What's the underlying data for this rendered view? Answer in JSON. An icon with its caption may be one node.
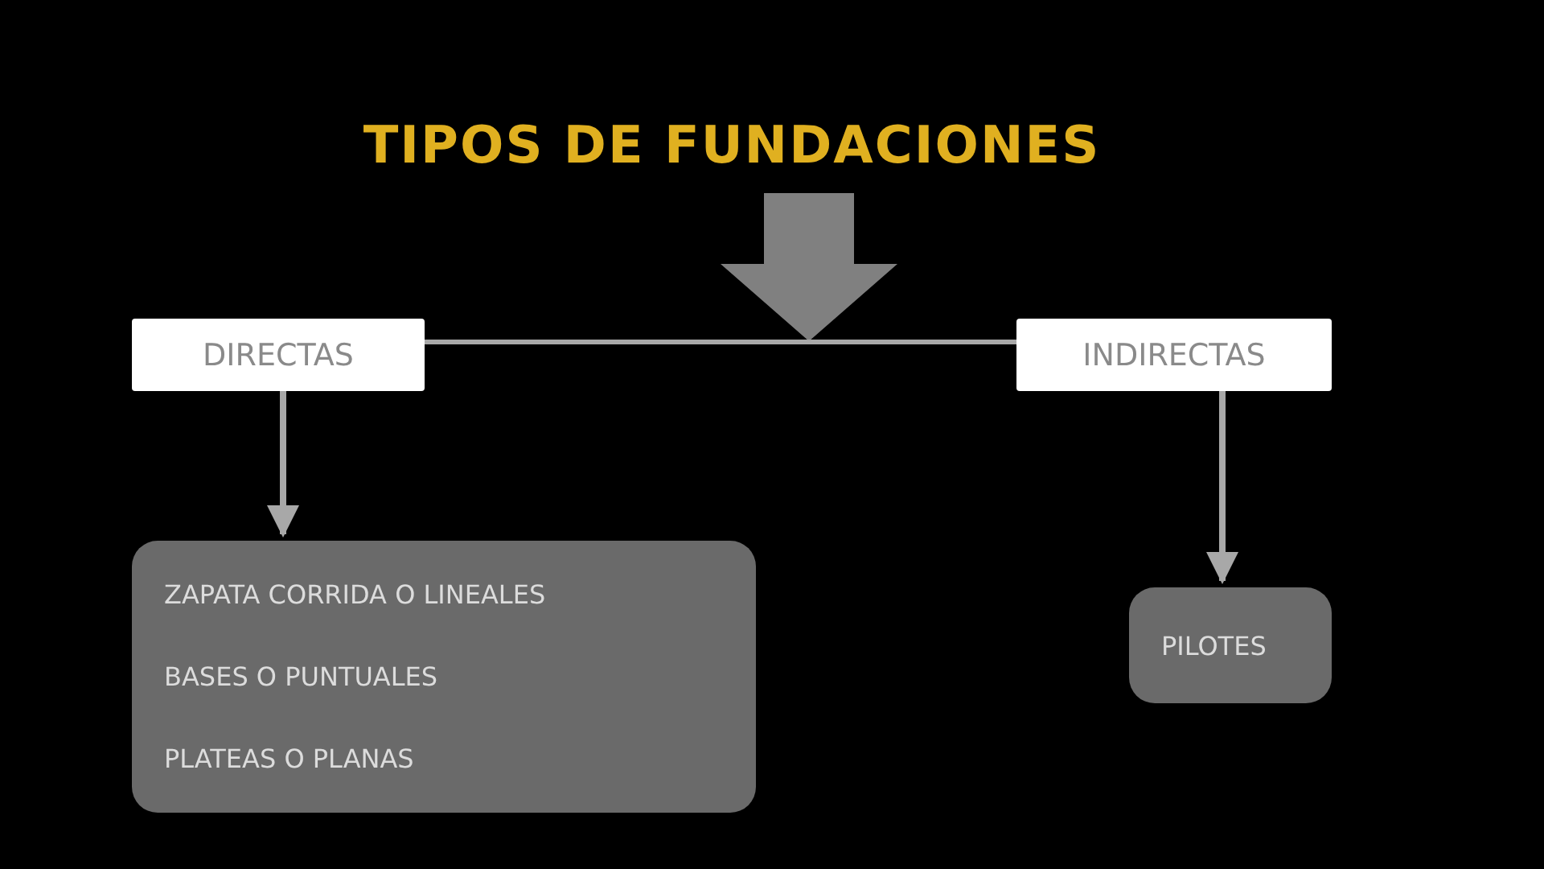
{
  "diagram": {
    "nodes": [
      {
        "text": [
          "TIPOS DE FUNDACIONES"
        ]
      },
      {
        "text": [
          "DIRECTAS"
        ]
      },
      {
        "text": [
          "INDIRECTAS"
        ]
      },
      {
        "text": [
          "ZAPATA CORRIDA O LINEALES",
          "BASES O PUNTUALES",
          "PLATEAS O PLANAS"
        ]
      },
      {
        "text": [
          "PILOTES"
        ]
      }
    ],
    "edges": [
      {
        "from": 0,
        "to": null,
        "arrow": "to",
        "style": "thick"
      },
      {
        "from": 1,
        "to": 2,
        "arrow": "none"
      },
      {
        "from": 1,
        "to": 3,
        "arrow": "to"
      },
      {
        "from": 2,
        "to": 4,
        "arrow": "to"
      }
    ]
  }
}
